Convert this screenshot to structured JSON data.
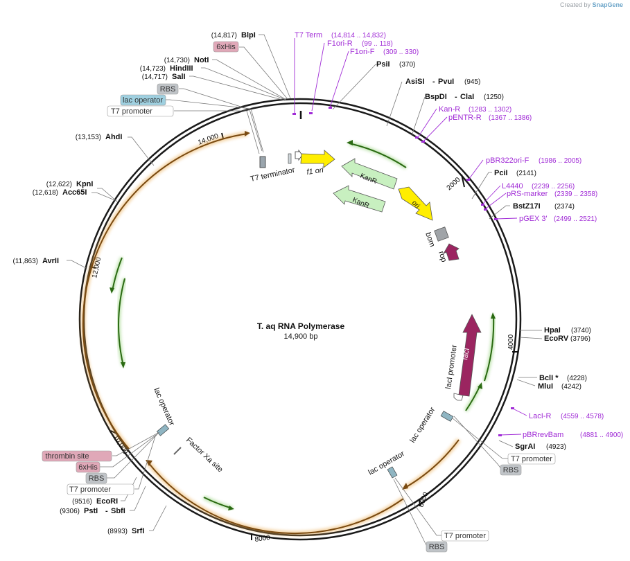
{
  "credit": {
    "prefix": "Created by",
    "brand": "SnapGene"
  },
  "plasmid": {
    "name": "T. aq RNA Polymerase",
    "length_label": "14,900 bp",
    "total_bp": 14900
  },
  "ticks": [
    "2000",
    "4000",
    "6000",
    "8000",
    "10,000",
    "12,000",
    "14,000"
  ],
  "enzymes": [
    {
      "name": "BlpI",
      "pos": "(14,817)"
    },
    {
      "name": "NotI",
      "pos": "(14,730)"
    },
    {
      "name": "HindIII",
      "pos": "(14,723)"
    },
    {
      "name": "SalI",
      "pos": "(14,717)"
    },
    {
      "name": "PsiI",
      "pos": "(370)"
    },
    {
      "name": "AsiSI",
      "name2": "PvuI",
      "pos": "(945)"
    },
    {
      "name": "BspDI",
      "name2": "ClaI",
      "pos": "(1250)"
    },
    {
      "name": "PciI",
      "pos": "(2141)"
    },
    {
      "name": "BstZ17I",
      "pos": "(2374)"
    },
    {
      "name": "HpaI",
      "pos": "(3740)"
    },
    {
      "name": "EcoRV",
      "pos": "(3796)"
    },
    {
      "name": "BclI *",
      "pos": "(4228)"
    },
    {
      "name": "MluI",
      "pos": "(4242)"
    },
    {
      "name": "SgrAI",
      "pos": "(4923)"
    },
    {
      "name": "SrfI",
      "pos": "(8993)"
    },
    {
      "name": "PstI",
      "name2": "SbfI",
      "pos": "(9306)"
    },
    {
      "name": "EcoRI",
      "pos": "(9516)"
    },
    {
      "name": "AvrII",
      "pos": "(11,863)"
    },
    {
      "name": "Acc65I",
      "pos": "(12,618)"
    },
    {
      "name": "KpnI",
      "pos": "(12,622)"
    },
    {
      "name": "AhdI",
      "pos": "(13,153)"
    }
  ],
  "primers": [
    {
      "name": "T7 Term",
      "range": "(14,814 .. 14,832)"
    },
    {
      "name": "F1ori-R",
      "range": "(99 .. 118)"
    },
    {
      "name": "F1ori-F",
      "range": "(309 .. 330)"
    },
    {
      "name": "Kan-R",
      "range": "(1283 .. 1302)"
    },
    {
      "name": "pENTR-R",
      "range": "(1367 .. 1386)"
    },
    {
      "name": "pBR322ori-F",
      "range": "(1986 .. 2005)"
    },
    {
      "name": "L4440",
      "range": "(2239 .. 2256)"
    },
    {
      "name": "pRS-marker",
      "range": "(2339 .. 2358)"
    },
    {
      "name": "pGEX 3'",
      "range": "(2499 .. 2521)"
    },
    {
      "name": "LacI-R",
      "range": "(4559 .. 4578)"
    },
    {
      "name": "pBRrevBam",
      "range": "(4881 .. 4900)"
    }
  ],
  "boxed_features": [
    {
      "name": "6xHis",
      "kind": "pink"
    },
    {
      "name": "RBS",
      "kind": "gray"
    },
    {
      "name": "lac operator",
      "kind": "teal"
    },
    {
      "name": "T7 promoter",
      "kind": "white"
    },
    {
      "name": "T7 promoter",
      "kind": "white"
    },
    {
      "name": "RBS",
      "kind": "gray"
    },
    {
      "name": "T7 promoter",
      "kind": "white"
    },
    {
      "name": "RBS",
      "kind": "gray"
    },
    {
      "name": "thrombin site",
      "kind": "pink"
    },
    {
      "name": "6xHis",
      "kind": "pink"
    },
    {
      "name": "RBS",
      "kind": "gray"
    },
    {
      "name": "T7 promoter",
      "kind": "white"
    }
  ],
  "inner_labels": {
    "t7_terminator": "T7 terminator",
    "f1_ori": "f1 ori",
    "kanr": "KanR",
    "ori": "ori",
    "bom": "bom",
    "rop": "rop",
    "laci": "lacI",
    "laci_promoter": "lacI promoter",
    "lac_operator": "lac operator",
    "factor_xa": "Factor Xa site"
  },
  "colors": {
    "primer": "#a02bd6",
    "backbone": "#1a1a1a",
    "orf_orange": "#e8a23c",
    "orf_green": "#7cc85a",
    "kanr_fill": "#c8f0c0",
    "ori_fill": "#ffee00",
    "laci_fill": "#9b2560",
    "rop_fill": "#9b2560",
    "pink_box": "#e0a8b8",
    "gray_box": "#c0c4c8",
    "teal_box": "#9fd0e0"
  }
}
